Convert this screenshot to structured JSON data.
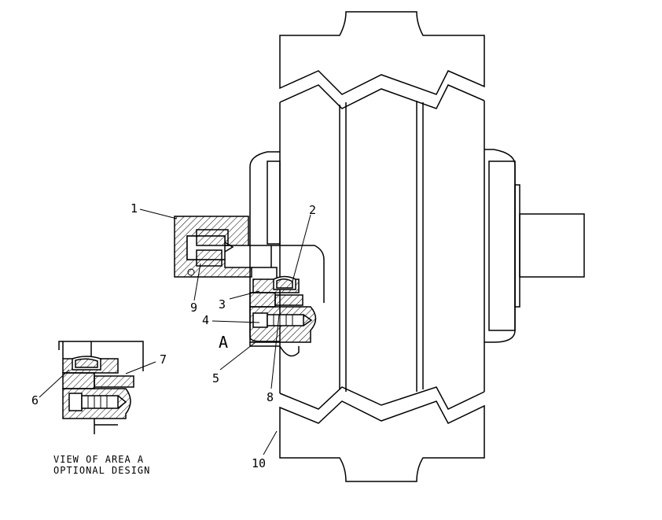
{
  "diagram": {
    "callouts": {
      "c1": "1",
      "c2": "2",
      "c3": "3",
      "c4": "4",
      "c5": "5",
      "c6": "6",
      "c7": "7",
      "c8": "8",
      "c9": "9",
      "c10": "10"
    },
    "area_marker": "A",
    "detail_caption_line1": "VIEW OF AREA A",
    "detail_caption_line2": "OPTIONAL DESIGN"
  }
}
